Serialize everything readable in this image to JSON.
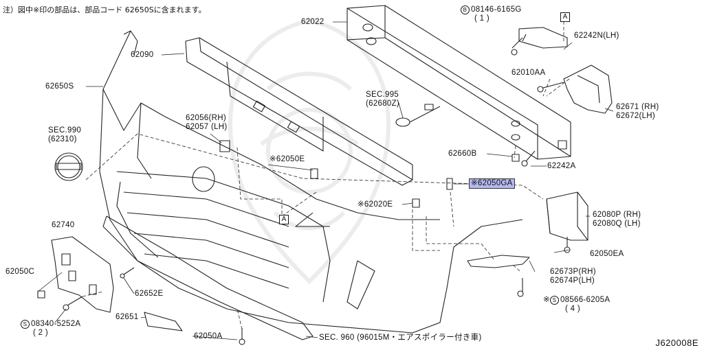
{
  "note": "注）図中※印の部品は、部品コード 62650Sに含まれます。",
  "diagram_code": "J620008E",
  "marker_a": "A",
  "circle_b": "B",
  "circle_s": "S",
  "labels": {
    "p62022": "62022",
    "p08146_prefix": "08146-6165G",
    "p08146_qty": "( 1 )",
    "p62242N": "62242N(LH)",
    "p62090": "62090",
    "p62010AA": "62010AA",
    "p62650S": "62650S",
    "sec995": "SEC.995",
    "sec995_sub": "(62680Z)",
    "p62671": "62671 (RH)",
    "p62672": "62672(LH)",
    "p62056": "62056(RH)",
    "p62057": "62057 (LH)",
    "sec990": "SEC.990",
    "sec990_sub": "(62310)",
    "p62050E": "※62050E",
    "p62660B": "62660B",
    "p62242A": "62242A",
    "p62050GA": "※62050GA",
    "p62020E": "※62020E",
    "p62080P": "62080P (RH)",
    "p62080Q": "62080Q (LH)",
    "p62740": "62740",
    "p62050EA": "62050EA",
    "p62050C": "62050C",
    "p62673P": "62673P(RH)",
    "p62674P": "62674P(LH)",
    "p62652E": "62652E",
    "p08566": "08566-6205A",
    "p08566_qty": "( 4 )",
    "p08340": "08340-5252A",
    "p08340_qty": "( 2 )",
    "p62651": "62651",
    "p62050A": "62050A",
    "sec960": "SEC. 960 (96015M・エアスポイラー付き車)"
  },
  "colors": {
    "highlight": "#b5b9ee",
    "line": "#222222",
    "watermark": "#ededed"
  }
}
